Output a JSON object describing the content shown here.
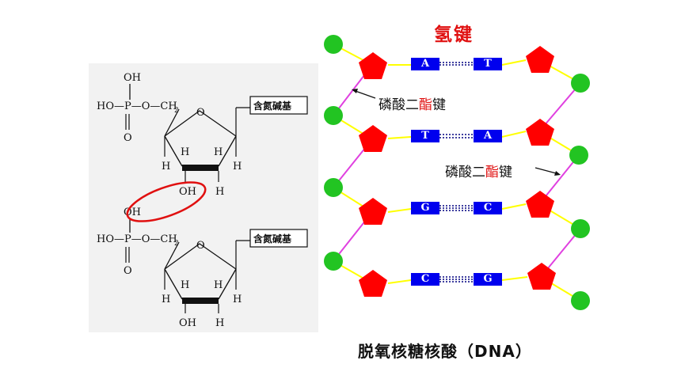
{
  "hydrogen_bond_title": "氢键",
  "phosphodiester_label_1": {
    "before": "磷酸二",
    "highlight": "酯",
    "after": "键"
  },
  "phosphodiester_label_2": {
    "before": "磷酸二",
    "highlight": "酯",
    "after": "键"
  },
  "caption": "脱氧核糖核酸（DNA）",
  "nucleotide": {
    "base_box": "含氮碱基",
    "oh_top": "OH",
    "ho_p": "HO—P—O—CH",
    "sub2": "2",
    "o": "O",
    "h": "H",
    "oh": "OH"
  },
  "base_pairs": [
    {
      "left": "A",
      "right": "T"
    },
    {
      "left": "T",
      "right": "A"
    },
    {
      "left": "G",
      "right": "C"
    },
    {
      "left": "C",
      "right": "G"
    }
  ],
  "colors": {
    "phosphate": "#22c422",
    "sugar": "#ff0000",
    "base": "#0000ee",
    "backbone_pink": "#e040e0",
    "backbone_yellow": "#ffff00",
    "highlight_red": "#e01010"
  }
}
